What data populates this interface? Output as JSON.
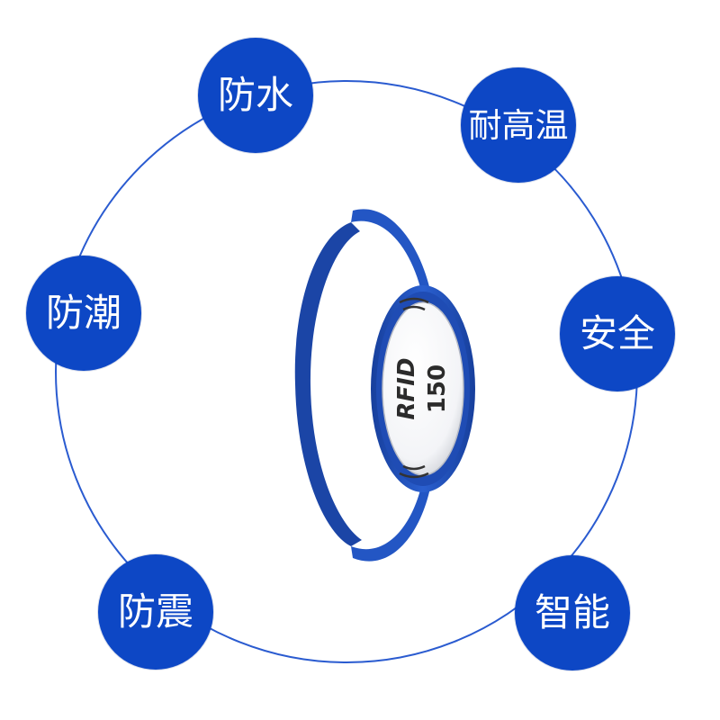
{
  "features": [
    {
      "id": "f1",
      "label": "防水"
    },
    {
      "id": "f2",
      "label": "耐高温"
    },
    {
      "id": "f3",
      "label": "防潮"
    },
    {
      "id": "f4",
      "label": "安全"
    },
    {
      "id": "f5",
      "label": "防震"
    },
    {
      "id": "f6",
      "label": "智能"
    }
  ],
  "product": {
    "badge_text": "RFID",
    "badge_number": "150"
  },
  "colors": {
    "circle_blue": "#0d47c5",
    "band_blue": "#1e4fb3",
    "ring_line": "#2a5bd0"
  }
}
